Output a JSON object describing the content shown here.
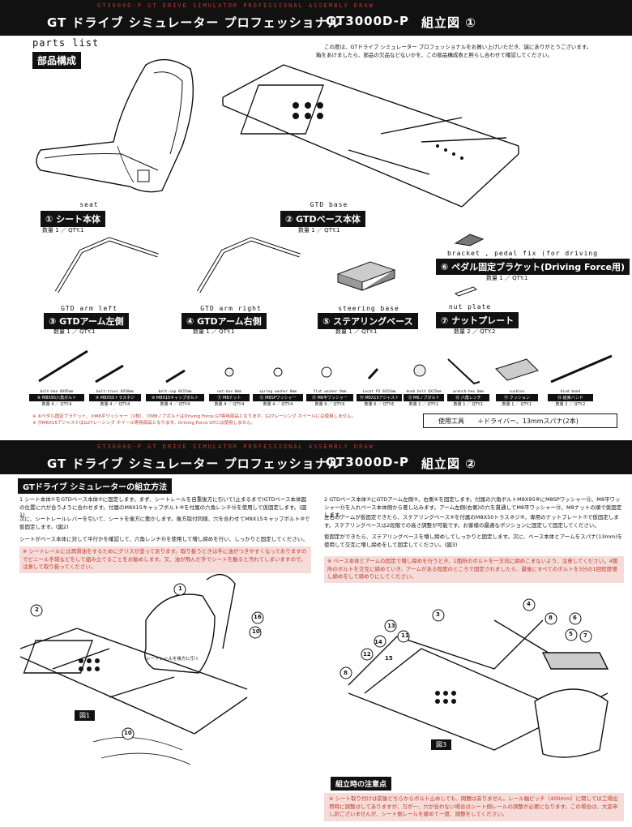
{
  "page1": {
    "header_sub": "GT3000D-P   GT DRIVE SIMULATOR PROFESSIONAL ASSEMBLY DRAW",
    "title": "GT ドライブ シミュレーター プロフェッショナル",
    "model": "GT3000D-P",
    "section": "組立図 ①",
    "parts_list_en": "parts list",
    "parts_list_jp": "部品構成",
    "intro_line1": "この度は、GTドライブ シミュレーター プロフェッショナルをお買い上げいただき、誠にありがとうございます。",
    "intro_line2": "箱をあけましたら、部品の欠品などないかを、この部品構成表と照らし合わせて確認してください。",
    "parts": [
      {
        "en": "seat",
        "jp": "① シート本体",
        "qty": "数量 1 ／ QTY.1"
      },
      {
        "en": "GTD base",
        "jp": "② GTDベース本体",
        "qty": "数量 1 ／ QTY.1"
      },
      {
        "en": "bracket , pedal fix (for driving force)",
        "jp": "⑥ ペダル固定ブラケット(Driving Force用)",
        "qty": "数量 1 ／ QTY.1"
      },
      {
        "en": "GTD arm left",
        "jp": "③ GTDアーム左側",
        "qty": "数量 1 ／ QTY.1"
      },
      {
        "en": "GTD arm right",
        "jp": "④ GTDアーム右側",
        "qty": "数量 1 ／ QTY.1"
      },
      {
        "en": "steering base",
        "jp": "⑤ ステアリングベース",
        "qty": "数量 1 ／ QTY.1"
      },
      {
        "en": "nut plate",
        "jp": "⑦ ナットプレート",
        "qty": "数量 2 ／ QTY.2"
      }
    ],
    "hardware": [
      {
        "en": "bolt-hex 8X95mm",
        "jp": "⑧ M8X95六角ボルト",
        "qty": "数量 4 ／ QTY.4"
      },
      {
        "en": "bolt-truss 8X50mm",
        "jp": "⑨ M8X50トラスネジ",
        "qty": "数量 4 ／ QTY.4"
      },
      {
        "en": "bolt-cap 8X15mm",
        "jp": "⑩ M8X15キャップボルト",
        "qty": "数量 4 ／ QTY.4"
      },
      {
        "en": "nut-hex 8mm",
        "jp": "⑪ M8ナット",
        "qty": "数量 4 ／ QTY.4"
      },
      {
        "en": "spring washer 8mm",
        "jp": "⑫ M8SPワッシャー",
        "qty": "数量 4 ／ QTY.4"
      },
      {
        "en": "flat washer 8mm",
        "jp": "⑬ M8平ワッシャー",
        "qty": "数量 9 ／ QTY.9"
      },
      {
        "en": "Locat P3 6X15mm",
        "jp": "⑭ M6X15アジャスト",
        "qty": "数量 6 ／ QTY.6"
      },
      {
        "en": "knob bolt 6X15mm",
        "jp": "⑮ M6ノブボルト",
        "qty": "数量 1 ／ QTY.1"
      },
      {
        "en": "wrench-hex 6mm",
        "jp": "⑯ 六角レンチ",
        "qty": "数量 1 ／ QTY.1"
      },
      {
        "en": "cushion",
        "jp": "⑰ クッション",
        "qty": "数量 1 ／ QTY.1"
      },
      {
        "en": "bind band",
        "jp": "⑱ 結束バンド",
        "qty": "数量 2 ／ QTY.2"
      }
    ],
    "notes": [
      "※ ⑥ペダル固定ブラケット、③M8平ワッシャー（1枚）、⑪M8ノブボルトはDriving Force GT専用部品となります。G27レーシング ホイールには使用しません。",
      "※ ⑮M6X15アジャストはG27レーシング ホイール専用部品となります。Driving Force GTには使用しません。"
    ],
    "tools": "使用工具　　＋ドライバー、13mmスパナ(2本)"
  },
  "page2": {
    "header_sub": "GT3000D-P   GT DRIVE SIMULATOR PROFESSIONAL ASSEMBLY DRAW",
    "title": "GT ドライブ シミュレーター プロフェッショナル",
    "model": "GT3000D-P",
    "section": "組立図 ②",
    "method_title": "GTドライブ シミュレーターの組立方法",
    "left_steps": [
      "1 シート本体①をGTDベース本体②に固定します。まず、シートレールを自重後方に引いて(止まるまで)GTDベース本体図の位置に穴が合うように合わせます。付属のM8X15キャップボルト⑩を付属の六角レンチ⑯を使用して仮固定します。(図1)",
      "次に、シートレールレバーを引いて、シートを後方に動かします。後方取付同様、穴を合わせてM8X15キャップボルト⑩で仮固定します。(図2)",
      "シートがベース本体に対して平行かを確認して、六角レンチ⑯を使用して増し締めを行い、しっかりと固定してください。"
    ],
    "left_warning": "※ シートレールには潤滑油をするためにグリスが塗ってあります。取り扱うときは手に油がつきやすくなっておりますのでビニール手袋などをして組み立てることをお勧めします。又、油が飛んだ手でシートを触ると汚れてしまいますので、注意して取り扱ってください。",
    "right_steps": [
      "2 GTDベース本体②にGTDアーム左側③、右側④を固定します。付属の六角ボルトM8X95⑧にM8SPワッシャー⑫、M8平ワッシャー⑬を入れベース本体側から差し込みます。アーム左側(右側)の穴を貫通してM8平ワッシャー⑬、M8ナットの順で仮固定します。",
      "左右のアームが仮固定できたら、ステアリングベース⑤を付属のM8X50トラスネジ⑨、専用のナットプレート⑦で仮固定します。ステアリングベースは2段階での高さ調整が可能です。お客様の最適なポジションに固定して固定してください。",
      "仮固定ができたら、ステアリングベースを増し締めしてしっかりと固定します。次に、ベース本体とアームをスパナ(13mm)を使用して交互に増し締めをして固定してください。(図3)"
    ],
    "right_warning": "※ ベース本体とアームの固定で増し締めを行うとき、1箇所のボルトを一方向に締めこまないよう、注意してください。4箇所のボルトを交互に締めていき、アームがある程度のところで固定されましたら、最後にすべてのボルトを3分の1回程度増し締めをして締めりにしてください。",
    "fig1": "図1",
    "fig3": "図3",
    "rail_caption": "シートレールを後方に引く",
    "notice_title": "組立時の注意点",
    "notice_body": "※ シート取り付けは前後どちらからボルト止めしても、問題はありません。レール幅ピッチ（400mm）に関しては工場出荷時に調整はしてありますが、万が一、穴が合わない場合はシート側レールの調整が必要になります。この場合は、大変申し訳ございませんが、シート側レールを緩めて一度、調整をしてください。",
    "callouts_left": [
      "1",
      "2",
      "10",
      "16",
      "10"
    ],
    "callouts_right": [
      "3",
      "4",
      "5",
      "6",
      "7",
      "8",
      "11",
      "12",
      "13",
      "14",
      "15"
    ]
  }
}
